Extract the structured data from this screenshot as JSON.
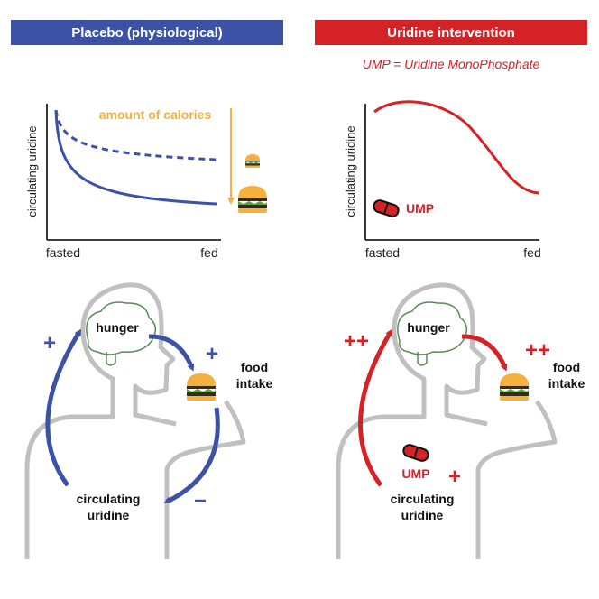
{
  "left_panel": {
    "title": "Placebo (physiological)",
    "chart": {
      "ylabel": "circulating uridine",
      "x_start": "fasted",
      "x_end": "fed",
      "calories_label": "amount of calories"
    },
    "body": {
      "hunger": "hunger",
      "food_line1": "food",
      "food_line2": "intake",
      "uridine_line1": "circulating",
      "uridine_line2": "uridine",
      "plus_top": "+",
      "plus_right": "+",
      "minus": "−"
    }
  },
  "right_panel": {
    "title": "Uridine intervention",
    "subtitle": "UMP = Uridine MonoPhosphate",
    "chart": {
      "ylabel": "circulating uridine",
      "x_start": "fasted",
      "x_end": "fed",
      "pill_label": "UMP"
    },
    "body": {
      "hunger": "hunger",
      "food_line1": "food",
      "food_line2": "intake",
      "uridine_line1": "circulating",
      "uridine_line2": "uridine",
      "pill_label": "UMP",
      "plus_plus_left": "++",
      "plus_plus_right": "++",
      "plus_pill": "+"
    }
  },
  "colors": {
    "blue": "#3c52a6",
    "red": "#d42226",
    "orange": "#f5b13d",
    "brain_green": "#5b8a5b",
    "silhouette_gray": "#c0c0c0"
  }
}
